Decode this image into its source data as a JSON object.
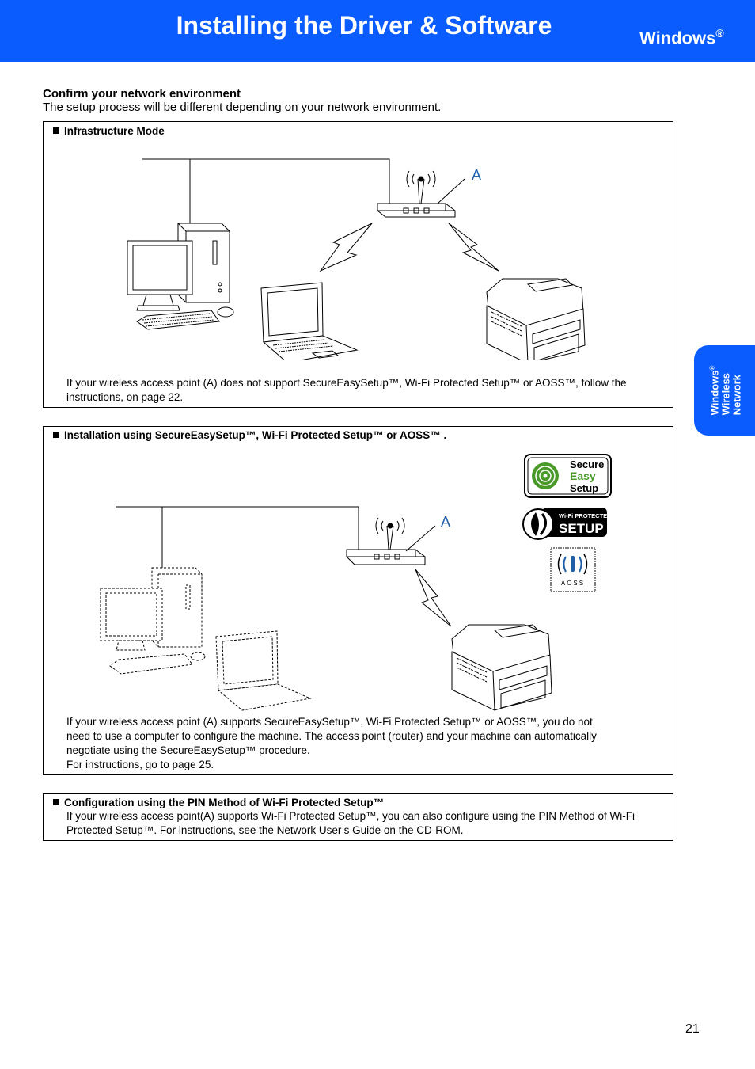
{
  "header": {
    "title": "Installing the Driver & Software",
    "os_label": "Windows",
    "os_mark": "®"
  },
  "side_tab": {
    "line1": "Windows",
    "mark": "®",
    "line2": "Wireless",
    "line3": "Network"
  },
  "intro": {
    "heading": "Confirm your network environment",
    "text": "The setup process will be different depending on your network environment."
  },
  "box1": {
    "heading": "Infrastructure Mode",
    "label_a": "A",
    "text": "If your wireless access point (A) does not support SecureEasySetup™,  Wi-Fi Protected Setup™ or AOSS™,  follow the instructions, on page 22."
  },
  "box2": {
    "heading": "Installation using SecureEasySetup™,  Wi-Fi Protected Setup™ or AOSS™ .",
    "label_a": "A",
    "logos": {
      "ses": [
        "Secure",
        "Easy",
        "Setup"
      ],
      "wps_small": "Wi-Fi PROTECTED",
      "wps_big": "SETUP",
      "aoss": "AOSS"
    },
    "lines": [
      "If your wireless access point (A) supports SecureEasySetup™,  Wi-Fi Protected Setup™ or AOSS™, you do not",
      "need to use a computer to configure the machine. The access point (router) and your machine can automatically",
      "negotiate using the SecureEasySetup™ procedure.",
      "For instructions, go to page 25."
    ]
  },
  "box3": {
    "heading": "Configuration using the PIN Method of Wi-Fi Protected Setup™",
    "lines": [
      "If your wireless access point(A) supports Wi-Fi Protected Setup™, you can also configure using the PIN Method of Wi-Fi",
      "Protected Setup™. For instructions, see the Network User’s Guide on the CD-ROM."
    ]
  },
  "page_number": "21",
  "colors": {
    "brand_blue": "#0a5cff",
    "label_blue": "#1f5fa8",
    "ses_green": "#4a9a2a"
  }
}
